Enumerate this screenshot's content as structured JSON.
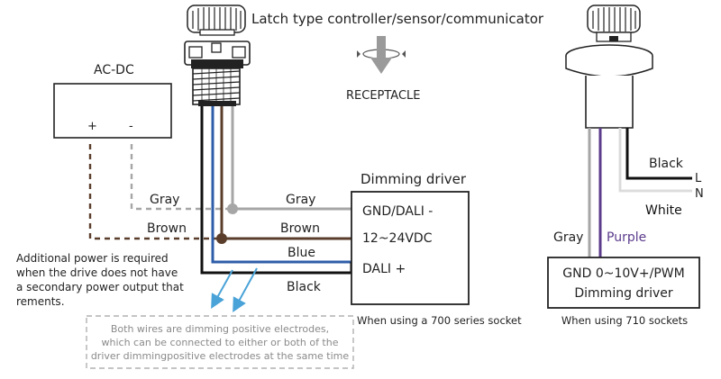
{
  "labels": {
    "latch": "Latch type controller/sensor/communicator",
    "receptacle": "RECEPTACLE",
    "ac_dc": "AC-DC",
    "plus": "+",
    "minus": "-",
    "gray_left": "Gray",
    "brown_left": "Brown",
    "gray_mid": "Gray",
    "brown_mid": "Brown",
    "blue": "Blue",
    "black_mid": "Black",
    "dimming_driver_title": "Dimming driver",
    "gnd_dali": "GND/DALI -",
    "voltage": "12~24VDC",
    "dali_plus": "DALI +",
    "caption_700": "When using a 700 series socket",
    "additional_power": [
      "Additional power is required",
      "when the drive does not have",
      "a secondary power output that",
      "rements."
    ],
    "note": [
      "Both wires are dimming positive electrodes,",
      "which can be connected to either or both of the",
      "driver dimmingpositive electrodes at the same time"
    ],
    "black_right": "Black",
    "L": "L",
    "N": "N",
    "white": "White",
    "gray_right": "Gray",
    "purple": "Purple",
    "right_box_line1": "GND  0~10V+/PWM",
    "right_box_line2": "Dimming driver",
    "caption_710": "When using 710 sockets"
  },
  "colors": {
    "gray_wire": "#a6a6a6",
    "brown_wire": "#5a3e2b",
    "blue_wire": "#2f5ea8",
    "black_wire": "#111111",
    "purple_wire": "#5b3b8c",
    "white_wire": "#e2e2e2",
    "arrow_blue": "#4aa3d8"
  }
}
